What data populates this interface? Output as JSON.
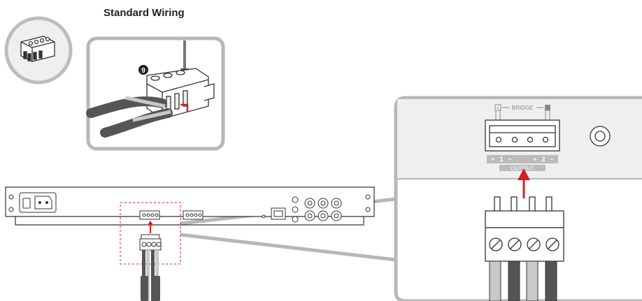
{
  "title": "Standard Wiring",
  "callout_number": "9",
  "bridge_label": "BRIDGE",
  "output_label": "OUTPUT",
  "output_terminals": [
    "+",
    "1",
    "−",
    "+",
    "2",
    "−"
  ],
  "colors": {
    "accent": "#d32020",
    "panel_fill": "#efefef",
    "panel_border": "#b7b7b7",
    "line": "#333333",
    "dashed_box": "#d32020",
    "wire_dark": "#555555",
    "wire_light": "#c8c8c8"
  },
  "icons": [
    "terminal-block-icon",
    "screwdriver-icon",
    "red-arrow-icon",
    "iec-power-inlet-icon",
    "ethernet-port-icon",
    "rca-jack-icon"
  ]
}
